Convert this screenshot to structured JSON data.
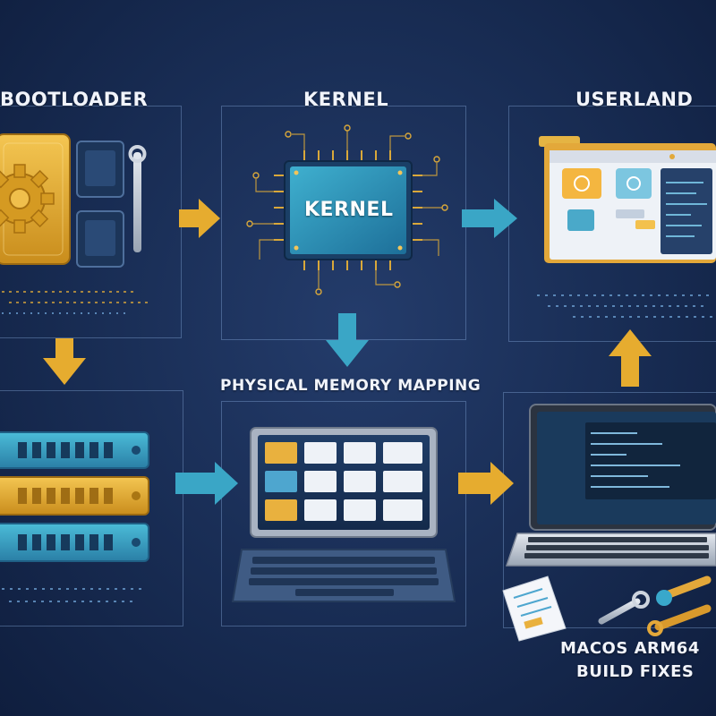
{
  "labels": {
    "bootloader": "BOOTLOADER",
    "kernel": "KERNEL",
    "kernel_chip": "KERNEL",
    "userland": "USERLAND",
    "physical_memory": "PHYSICAL MEMORY MAPPING",
    "macos_line1": "MACOS ARM64",
    "macos_line2": "BUILD FIXES"
  },
  "colors": {
    "background": "#182c53",
    "gold": "#e6ac2f",
    "teal": "#3aa6c6",
    "panel_border": "#8cafe1",
    "text": "#f1f4fb"
  },
  "icons": [
    "gear-icon",
    "memory-chip-icon",
    "wrench-icon",
    "processor-chip-icon",
    "app-window-icon",
    "server-module-icon",
    "laptop-icon",
    "keyboard-icon",
    "document-icon"
  ]
}
